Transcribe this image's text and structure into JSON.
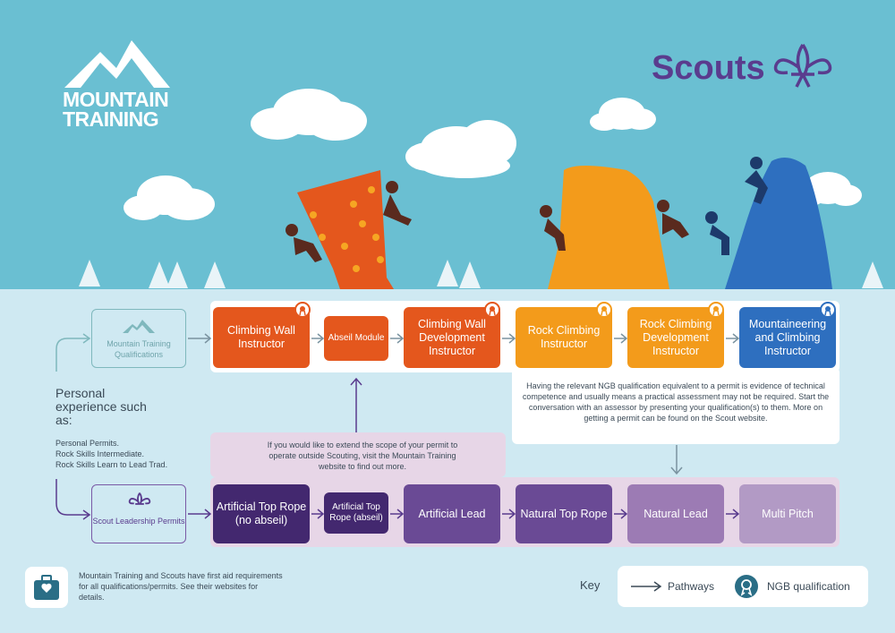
{
  "brand": {
    "mt_line1": "MOUNTAIN",
    "mt_line2": "TRAINING",
    "scouts": "Scouts"
  },
  "colors": {
    "sky": "#6abfd2",
    "ground": "#cfe9f2",
    "orange_dark": "#e4571d",
    "orange_light": "#f39b1b",
    "blue": "#2e6fbf",
    "purple_dark": "#43286f",
    "purple_mid": "#6a4a95",
    "purple_light": "#9c7bb4",
    "purple_lighter": "#b29ac5",
    "teal_text": "#5f9fa8",
    "scouts_purple": "#5a3c8e"
  },
  "sources": {
    "mt_label": "Mountain Training Qualifications",
    "scout_label": "Scout Leadership Permits"
  },
  "personal": {
    "heading": "Personal experience such as:",
    "line1": "Personal Permits.",
    "line2": "Rock Skills Intermediate.",
    "line3": "Rock Skills Learn to Lead Trad."
  },
  "ngb_row": [
    {
      "label": "Climbing Wall Instructor",
      "badge": true
    },
    {
      "label": "Abseil Module",
      "badge": false
    },
    {
      "label": "Climbing Wall Development Instructor",
      "badge": true
    },
    {
      "label": "Rock Climbing Instructor",
      "badge": true
    },
    {
      "label": "Rock Climbing Development Instructor",
      "badge": true
    },
    {
      "label": "Mountaineering and Climbing Instructor",
      "badge": true
    }
  ],
  "permit_row": [
    {
      "label": "Artificial Top Rope (no abseil)"
    },
    {
      "label": "Artificial Top Rope (abseil)"
    },
    {
      "label": "Artificial Lead"
    },
    {
      "label": "Natural Top Rope"
    },
    {
      "label": "Natural Lead"
    },
    {
      "label": "Multi Pitch"
    }
  ],
  "notes": {
    "ngb_note": "Having the relevant NGB qualification equivalent to a permit is evidence of technical competence and usually means a practical assessment may not be required. Start the conversation with an assessor by presenting your qualification(s) to them. More on getting a permit can be found on the Scout website.",
    "scope_note": "If you would like to extend the scope of your permit to operate outside Scouting, visit the Mountain Training website to find out more.",
    "first_aid": "Mountain Training and Scouts have first aid requirements for all qualifications/permits. See their websites for details."
  },
  "key": {
    "title": "Key",
    "pathways": "Pathways",
    "ngb": "NGB qualification"
  },
  "icons": [
    "mountain-logo-icon",
    "fleur-de-lis-icon",
    "first-aid-kit-icon",
    "rosette-badge-icon",
    "cloud-icon",
    "tree-icon",
    "climber-icon"
  ]
}
